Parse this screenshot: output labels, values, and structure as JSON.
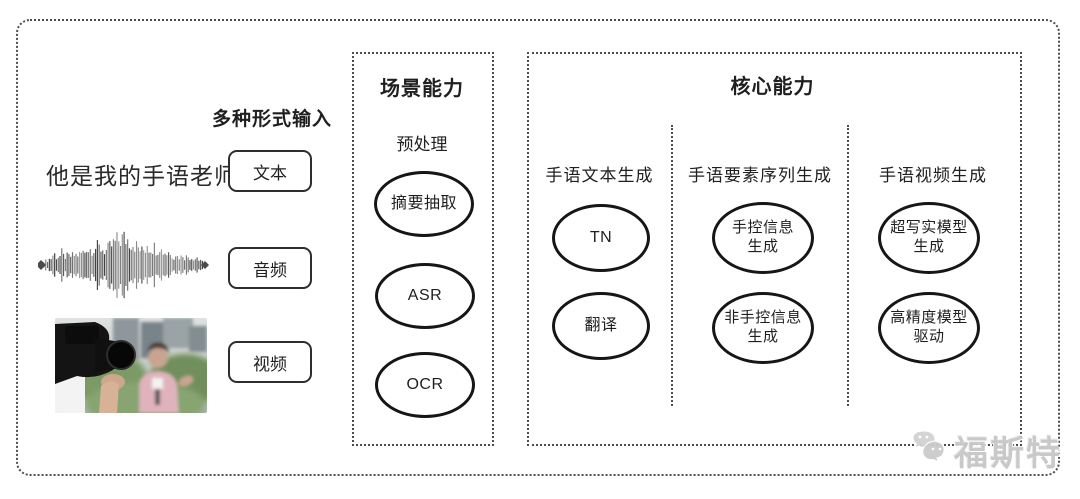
{
  "input_section": {
    "header": "多种形式输入",
    "text_sample": "他是我的手语老师",
    "items": [
      {
        "label": "文本"
      },
      {
        "label": "音频"
      },
      {
        "label": "视频"
      }
    ],
    "media_icons": [
      "audio-waveform-icon",
      "reporter-video-thumbnail"
    ]
  },
  "scene_section": {
    "title": "场景能力",
    "subtitle": "预处理",
    "nodes": [
      "摘要抽取",
      "ASR",
      "OCR"
    ]
  },
  "core_section": {
    "title": "核心能力",
    "columns": [
      {
        "header": "手语文本生成",
        "nodes": [
          "TN",
          "翻译"
        ]
      },
      {
        "header": "手语要素序列生成",
        "nodes": [
          "手控信息\n生成",
          "非手控信息\n生成"
        ]
      },
      {
        "header": "手语视频生成",
        "nodes": [
          "超写实模型\n生成",
          "高精度模型\n驱动"
        ]
      }
    ]
  },
  "watermark": {
    "text": "福斯特",
    "icon": "wechat-icon"
  },
  "colors": {
    "background": "#ffffff",
    "border": "#4d4d4d",
    "node_stroke": "#161616",
    "text": "#1f1f1f",
    "watermark": "#c7c7c7"
  }
}
